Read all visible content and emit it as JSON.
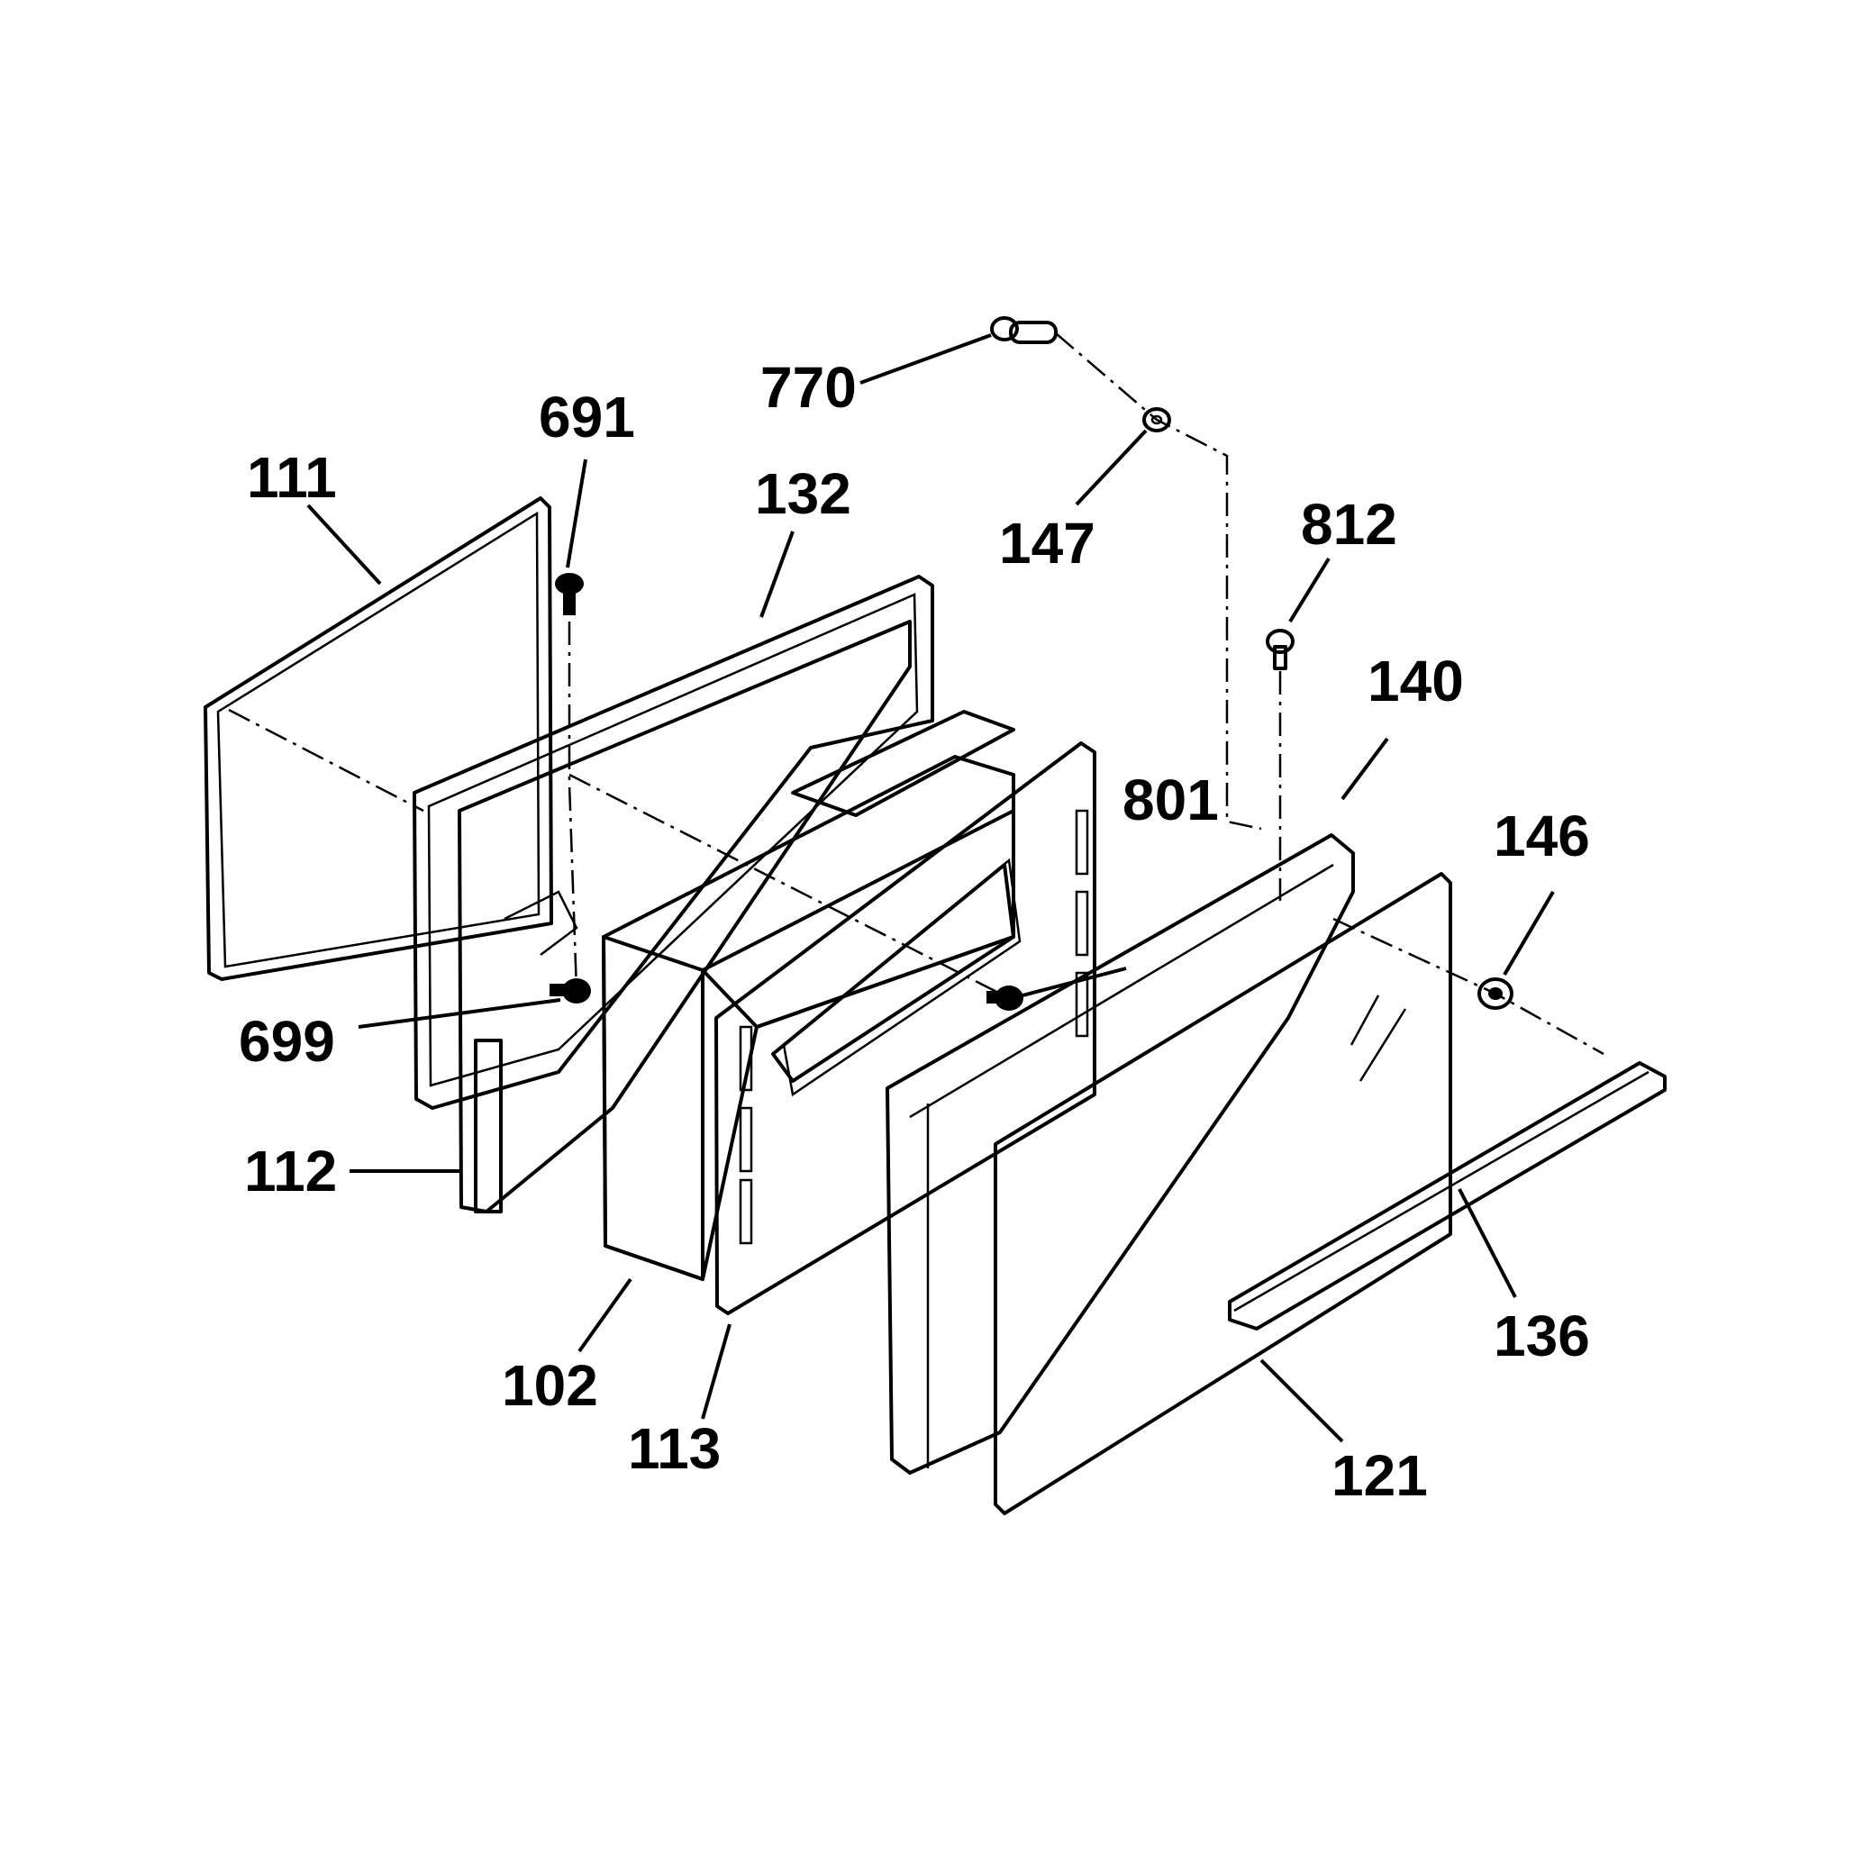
{
  "labels": {
    "p111": "111",
    "p691": "691",
    "p132": "132",
    "p770": "770",
    "p147": "147",
    "p812": "812",
    "p140": "140",
    "p801": "801",
    "p146": "146",
    "p699": "699",
    "p112": "112",
    "p102": "102",
    "p113": "113",
    "p121": "121",
    "p136": "136"
  }
}
